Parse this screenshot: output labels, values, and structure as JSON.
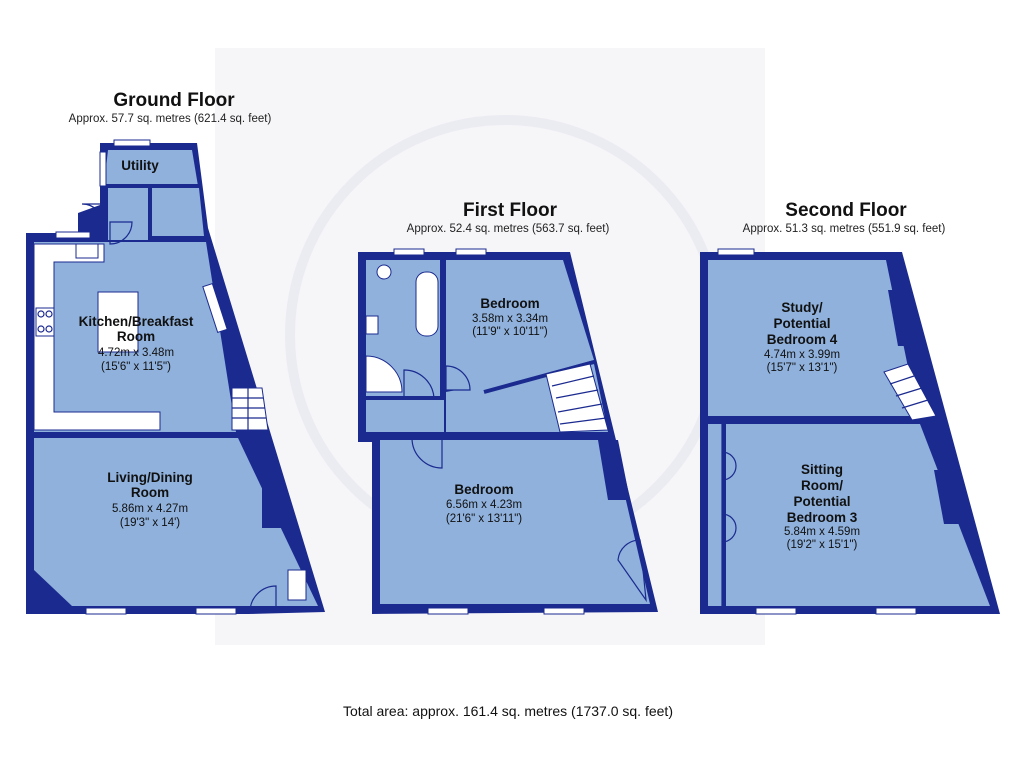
{
  "ground_floor": {
    "title": "Ground Floor",
    "area": "Approx. 57.7 sq. metres (621.4 sq. feet)",
    "utility": {
      "name": "Utility"
    },
    "kitchen": {
      "name_line1": "Kitchen/Breakfast",
      "name_line2": "Room",
      "metric": "4.72m x 3.48m",
      "imperial": "(15'6\" x 11'5\")"
    },
    "living": {
      "name_line1": "Living/Dining",
      "name_line2": "Room",
      "metric": "5.86m x 4.27m",
      "imperial": "(19'3\" x 14')"
    }
  },
  "first_floor": {
    "title": "First Floor",
    "area": "Approx. 52.4 sq. metres (563.7 sq. feet)",
    "bedroom_small": {
      "name": "Bedroom",
      "metric": "3.58m x 3.34m",
      "imperial": "(11'9\" x 10'11\")"
    },
    "bedroom_large": {
      "name": "Bedroom",
      "metric": "6.56m x 4.23m",
      "imperial": "(21'6\" x 13'11\")"
    }
  },
  "second_floor": {
    "title": "Second Floor",
    "area": "Approx. 51.3 sq. metres (551.9 sq. feet)",
    "study": {
      "name_line1": "Study/",
      "name_line2": "Potential",
      "name_line3": "Bedroom 4",
      "metric": "4.74m x 3.99m",
      "imperial": "(15'7\" x 13'1\")"
    },
    "sitting": {
      "name_line1": "Sitting",
      "name_line2": "Room/",
      "name_line3": "Potential",
      "name_line4": "Bedroom 3",
      "metric": "5.84m x 4.59m",
      "imperial": "(19'2\" x 15'1\")"
    }
  },
  "total_area": "Total area: approx. 161.4 sq. metres (1737.0 sq. feet)",
  "colors": {
    "wall": "#1b2a8f",
    "room": "#8fb1dc",
    "watermark": "#f0f0f5"
  }
}
